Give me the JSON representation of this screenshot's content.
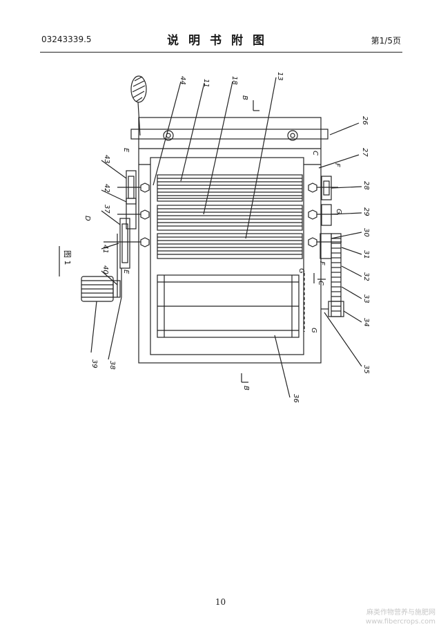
{
  "header": {
    "doc_number": "03243339.5",
    "title": "说明书附图",
    "page_info": "第1/5页"
  },
  "drawing": {
    "figure_label": "图 1",
    "part_labels": {
      "p44": "44",
      "p11": "11",
      "p18": "18",
      "p13": "13",
      "p26": "26",
      "p27": "27",
      "p28": "28",
      "p29": "29",
      "p30": "30",
      "p31": "31",
      "p32": "32",
      "p33": "33",
      "p34": "34",
      "p35": "35",
      "p36": "36",
      "p37": "37",
      "p38": "38",
      "p39": "39",
      "p40": "40",
      "p41": "41",
      "p42": "42",
      "p43": "43"
    },
    "section_labels": {
      "b_top": "B",
      "b_bottom": "B",
      "c_top": "C",
      "c_mid": "C",
      "d": "D",
      "e_top": "E",
      "e_bottom": "E",
      "f_top": "F",
      "f_mid": "F",
      "g_top": "G",
      "g_mid": "G",
      "g_bottom": "G"
    }
  },
  "footer": {
    "page_number": "10",
    "watermark_line1": "麻类作物营养与施肥网",
    "watermark_line2": "www.fibercrops.com"
  }
}
